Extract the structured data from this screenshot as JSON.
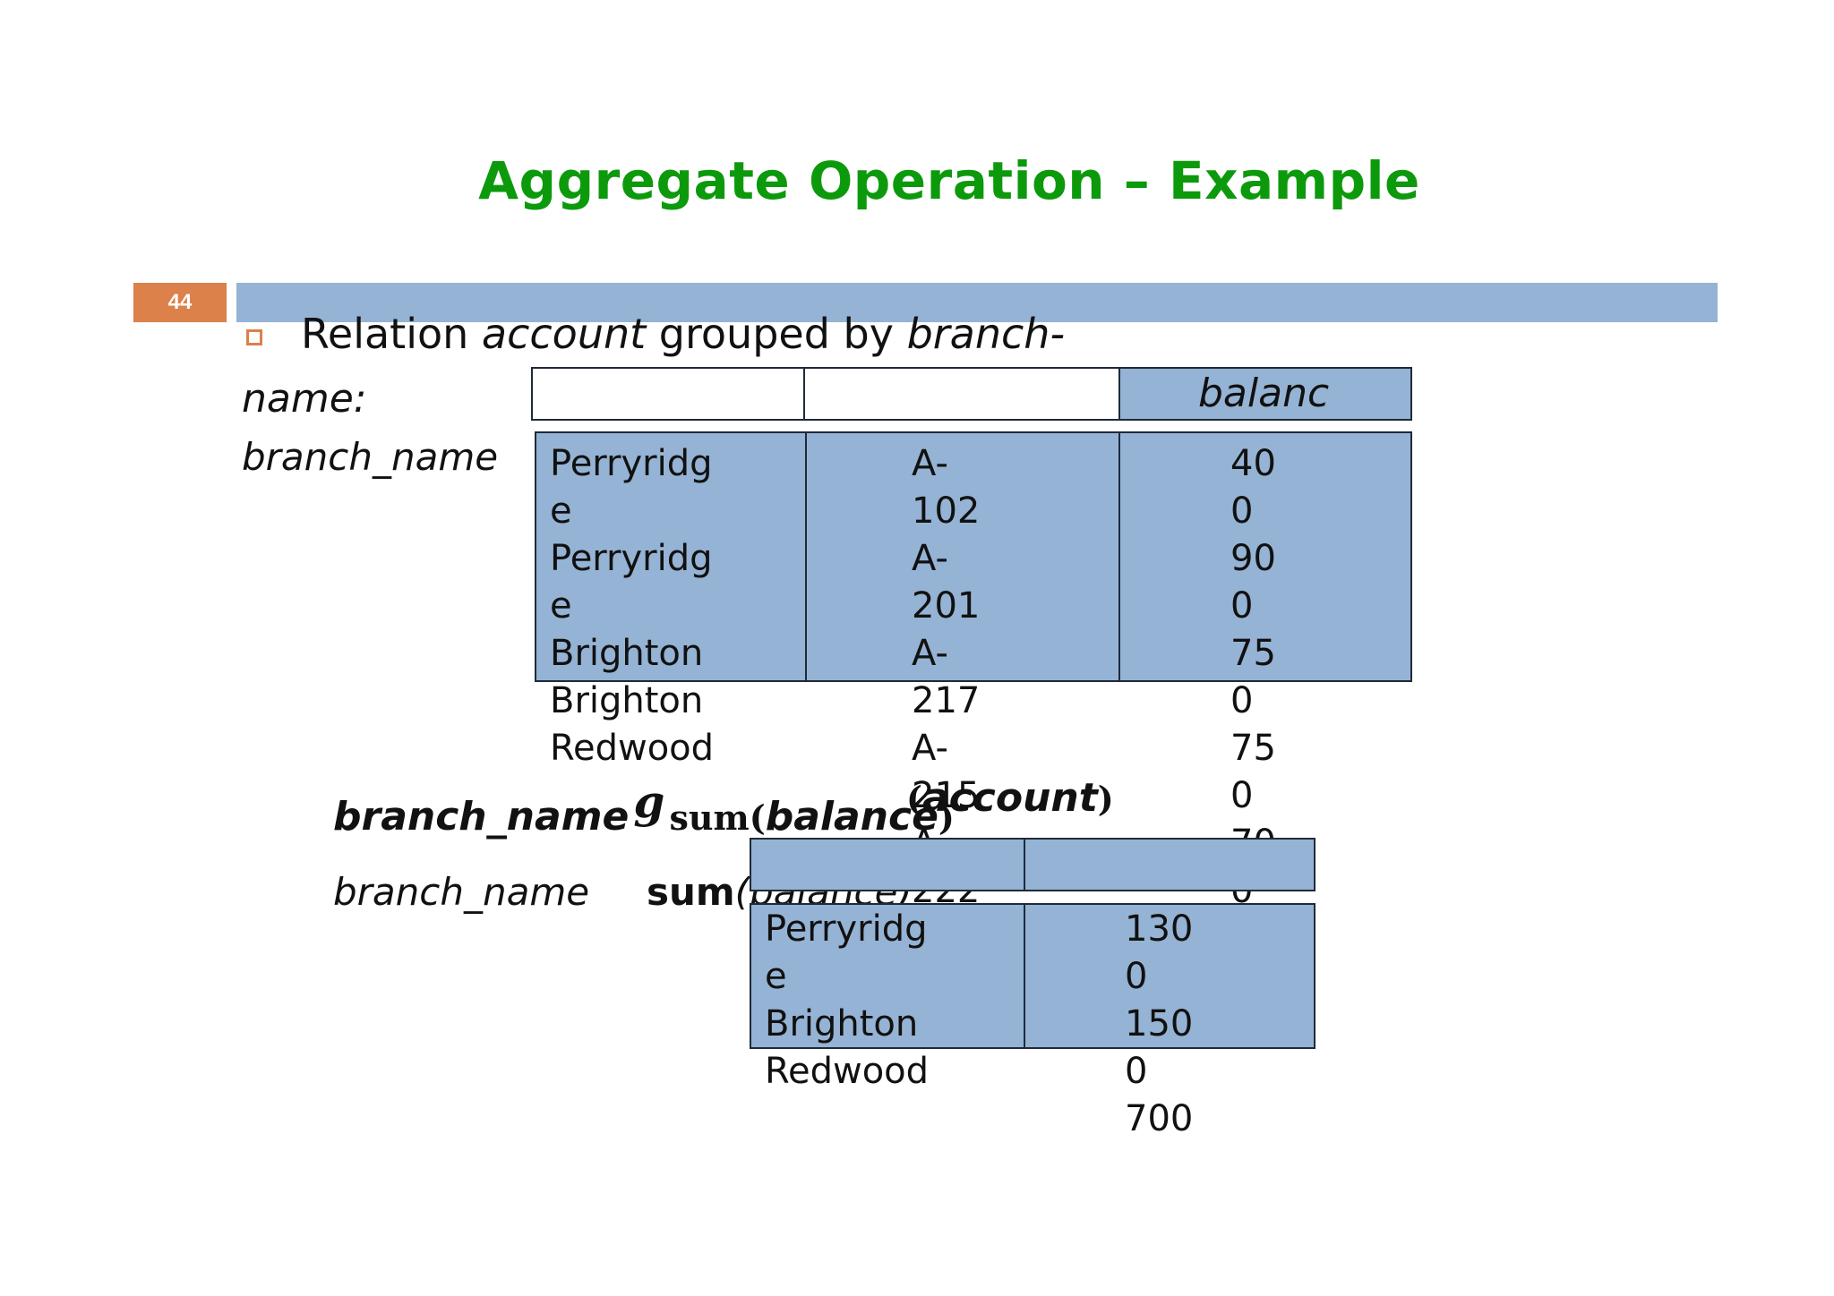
{
  "slide": {
    "title": "Aggregate Operation – Example",
    "number": "44"
  },
  "bullet": {
    "prefix": "Relation ",
    "relation": "account",
    "middle": " grouped by ",
    "attribute_part1": "branch-",
    "attribute_part2": "name:"
  },
  "account_table": {
    "columns": [
      "branch_name",
      "",
      "balanc"
    ],
    "col1_text": "Perryridg\ne\nPerryridg\ne\nBrighton\nBrighton\nRedwood",
    "col2_text": "A-\n102\nA-\n201\nA-\n217\nA-\n215\nA-\n222",
    "col3_text": "40\n0\n90\n0\n75\n0\n75\n0\n70\n0"
  },
  "expression": {
    "grouping_attr": "branch_name",
    "g_symbol": "g",
    "func_prefix": "sum(",
    "func_attr": "balance",
    "func_suffix": ")",
    "relation_open": "(",
    "relation": "account",
    "relation_close": ")"
  },
  "result_table": {
    "col1_header": "branch_name",
    "col2_header_func": "sum",
    "col2_header_open": "(",
    "col2_header_attr": "balance",
    "col2_header_close": ")",
    "col1_text": "Perryridg\ne\nBrighton\nRedwood",
    "col2_text": "130\n0\n150\n0\n700"
  },
  "colors": {
    "title": "#0c9a0c",
    "accent_orange": "#db8149",
    "band_blue": "#95b3d4"
  }
}
